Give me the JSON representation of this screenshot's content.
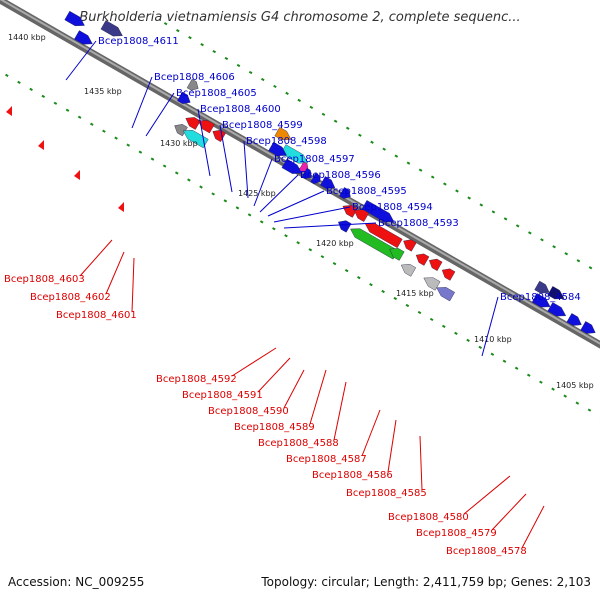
{
  "title": "Burkholderia vietnamiensis G4 chromosome 2, complete sequenc...",
  "footer": {
    "accession": "Accession: NC_009255",
    "topology": "Topology: circular; Length: 2,411,759 bp; Genes: 2,103"
  },
  "colors": {
    "backbone": "#888888",
    "forward_label": "#0000cc",
    "reverse_label": "#dd0000",
    "tick": "#1a8a1a",
    "blue": "#1010dd",
    "darkslate": "#3a3a88",
    "navy": "#101070",
    "orange": "#ee8800",
    "cyan": "#22dddd",
    "magenta": "#ee22aa",
    "red": "#ee1111",
    "grey": "#888888",
    "lightgrey": "#bbbbbb",
    "green": "#22bb22",
    "purple": "#7777cc"
  },
  "ticks": [
    "1440 kbp",
    "1435 kbp",
    "1430 kbp",
    "1425 kbp",
    "1420 kbp",
    "1415 kbp",
    "1410 kbp",
    "1405 kbp"
  ],
  "forward_labels": [
    "Bcep1808_4611",
    "Bcep1808_4606",
    "Bcep1808_4605",
    "Bcep1808_4600",
    "Bcep1808_4599",
    "Bcep1808_4598",
    "Bcep1808_4597",
    "Bcep1808_4596",
    "Bcep1808_4595",
    "Bcep1808_4594",
    "Bcep1808_4593",
    "Bcep1808_4584"
  ],
  "reverse_labels": [
    "Bcep1808_4603",
    "Bcep1808_4602",
    "Bcep1808_4601",
    "Bcep1808_4592",
    "Bcep1808_4591",
    "Bcep1808_4590",
    "Bcep1808_4589",
    "Bcep1808_4588",
    "Bcep1808_4587",
    "Bcep1808_4586",
    "Bcep1808_4585",
    "Bcep1808_4580",
    "Bcep1808_4579",
    "Bcep1808_4578"
  ]
}
